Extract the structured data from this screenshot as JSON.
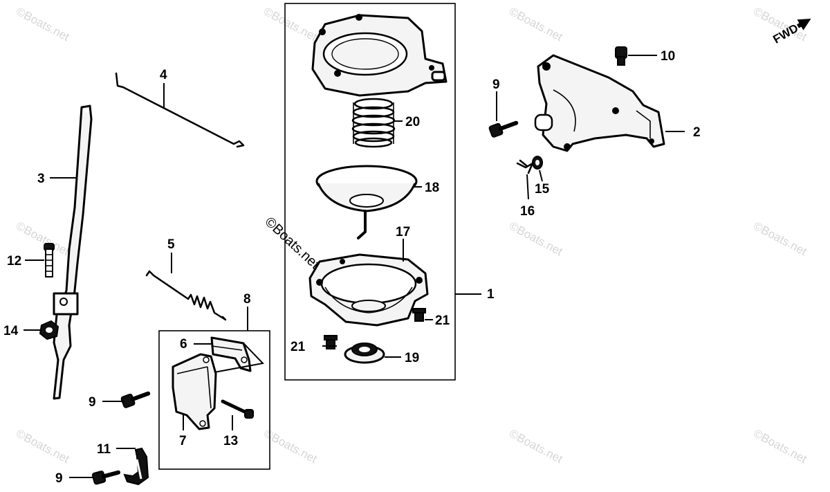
{
  "watermark": "©Boats.net",
  "direction_label": "FWD",
  "callouts": {
    "c1": "1",
    "c2": "2",
    "c3": "3",
    "c4": "4",
    "c5": "5",
    "c6": "6",
    "c7": "7",
    "c8": "8",
    "c9a": "9",
    "c9b": "9",
    "c9c": "9",
    "c10": "10",
    "c11": "11",
    "c12": "12",
    "c13": "13",
    "c14": "14",
    "c15": "15",
    "c16": "16",
    "c17": "17",
    "c18": "18",
    "c19": "19",
    "c20": "20",
    "c21a": "21",
    "c21b": "21"
  },
  "colors": {
    "line": "#000000",
    "background": "#ffffff",
    "watermark": "#d6d6d6"
  }
}
